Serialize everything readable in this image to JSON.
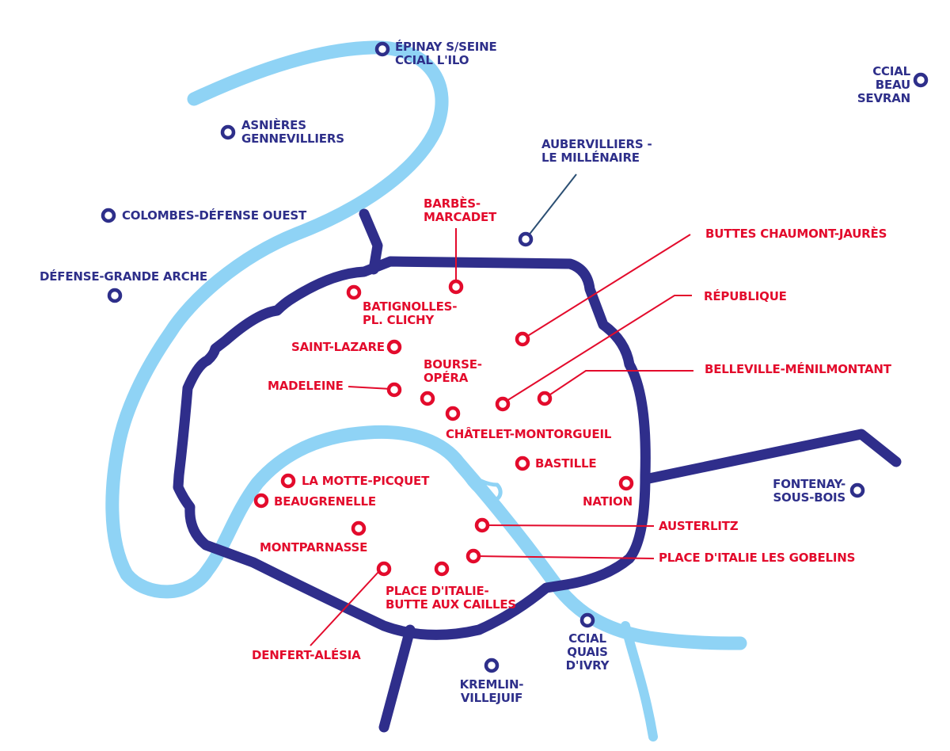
{
  "colors": {
    "river": "#8fd3f5",
    "boundary": "#2f2e8b",
    "inner_store": "#e30b2c",
    "outer_store": "#2e2f8a"
  },
  "stores_inner": [
    {
      "id": "barbes",
      "label": "BARBÈS-\nMARCADET"
    },
    {
      "id": "batignolles",
      "label": "BATIGNOLLES-\nPL. CLICHY"
    },
    {
      "id": "buttes",
      "label": "BUTTES CHAUMONT-JAURÈS"
    },
    {
      "id": "republique",
      "label": "RÉPUBLIQUE"
    },
    {
      "id": "saintlazare",
      "label": "SAINT-LAZARE"
    },
    {
      "id": "bourse",
      "label": "BOURSE-\nOPÉRA"
    },
    {
      "id": "belleville",
      "label": "BELLEVILLE-MÉNILMONTANT"
    },
    {
      "id": "madeleine",
      "label": "MADELEINE"
    },
    {
      "id": "chatelet",
      "label": "CHÂTELET-MONTORGUEIL"
    },
    {
      "id": "bastille",
      "label": "BASTILLE"
    },
    {
      "id": "mottepicquet",
      "label": "LA MOTTE-PICQUET"
    },
    {
      "id": "nation",
      "label": "NATION"
    },
    {
      "id": "beaugrenelle",
      "label": "BEAUGRENELLE"
    },
    {
      "id": "austerlitz",
      "label": "AUSTERLITZ"
    },
    {
      "id": "montparnasse",
      "label": "MONTPARNASSE"
    },
    {
      "id": "italiegobelins",
      "label": "PLACE D'ITALIE LES GOBELINS"
    },
    {
      "id": "italiecailles",
      "label": "PLACE D'ITALIE-\nBUTTE AUX CAILLES"
    },
    {
      "id": "denfert",
      "label": "DENFERT-ALÉSIA"
    }
  ],
  "stores_outer": [
    {
      "id": "epinay",
      "label": "ÉPINAY S/SEINE\nCCIAL L'ILO"
    },
    {
      "id": "beausevran",
      "label": "CCIAL\nBEAU\nSEVRAN"
    },
    {
      "id": "asnieres",
      "label": "ASNIÈRES\nGENNEVILLIERS"
    },
    {
      "id": "aubervilliers",
      "label": "AUBERVILLIERS -\nLE MILLÉNAIRE"
    },
    {
      "id": "colombes",
      "label": "COLOMBES-DÉFENSE OUEST"
    },
    {
      "id": "defense",
      "label": "DÉFENSE-GRANDE ARCHE"
    },
    {
      "id": "fontenay",
      "label": "FONTENAY-\nSOUS-BOIS"
    },
    {
      "id": "ivry",
      "label": "CCIAL\nQUAIS\nD'IVRY"
    },
    {
      "id": "kremlin",
      "label": "KREMLIN-\nVILLEJUIF"
    }
  ]
}
